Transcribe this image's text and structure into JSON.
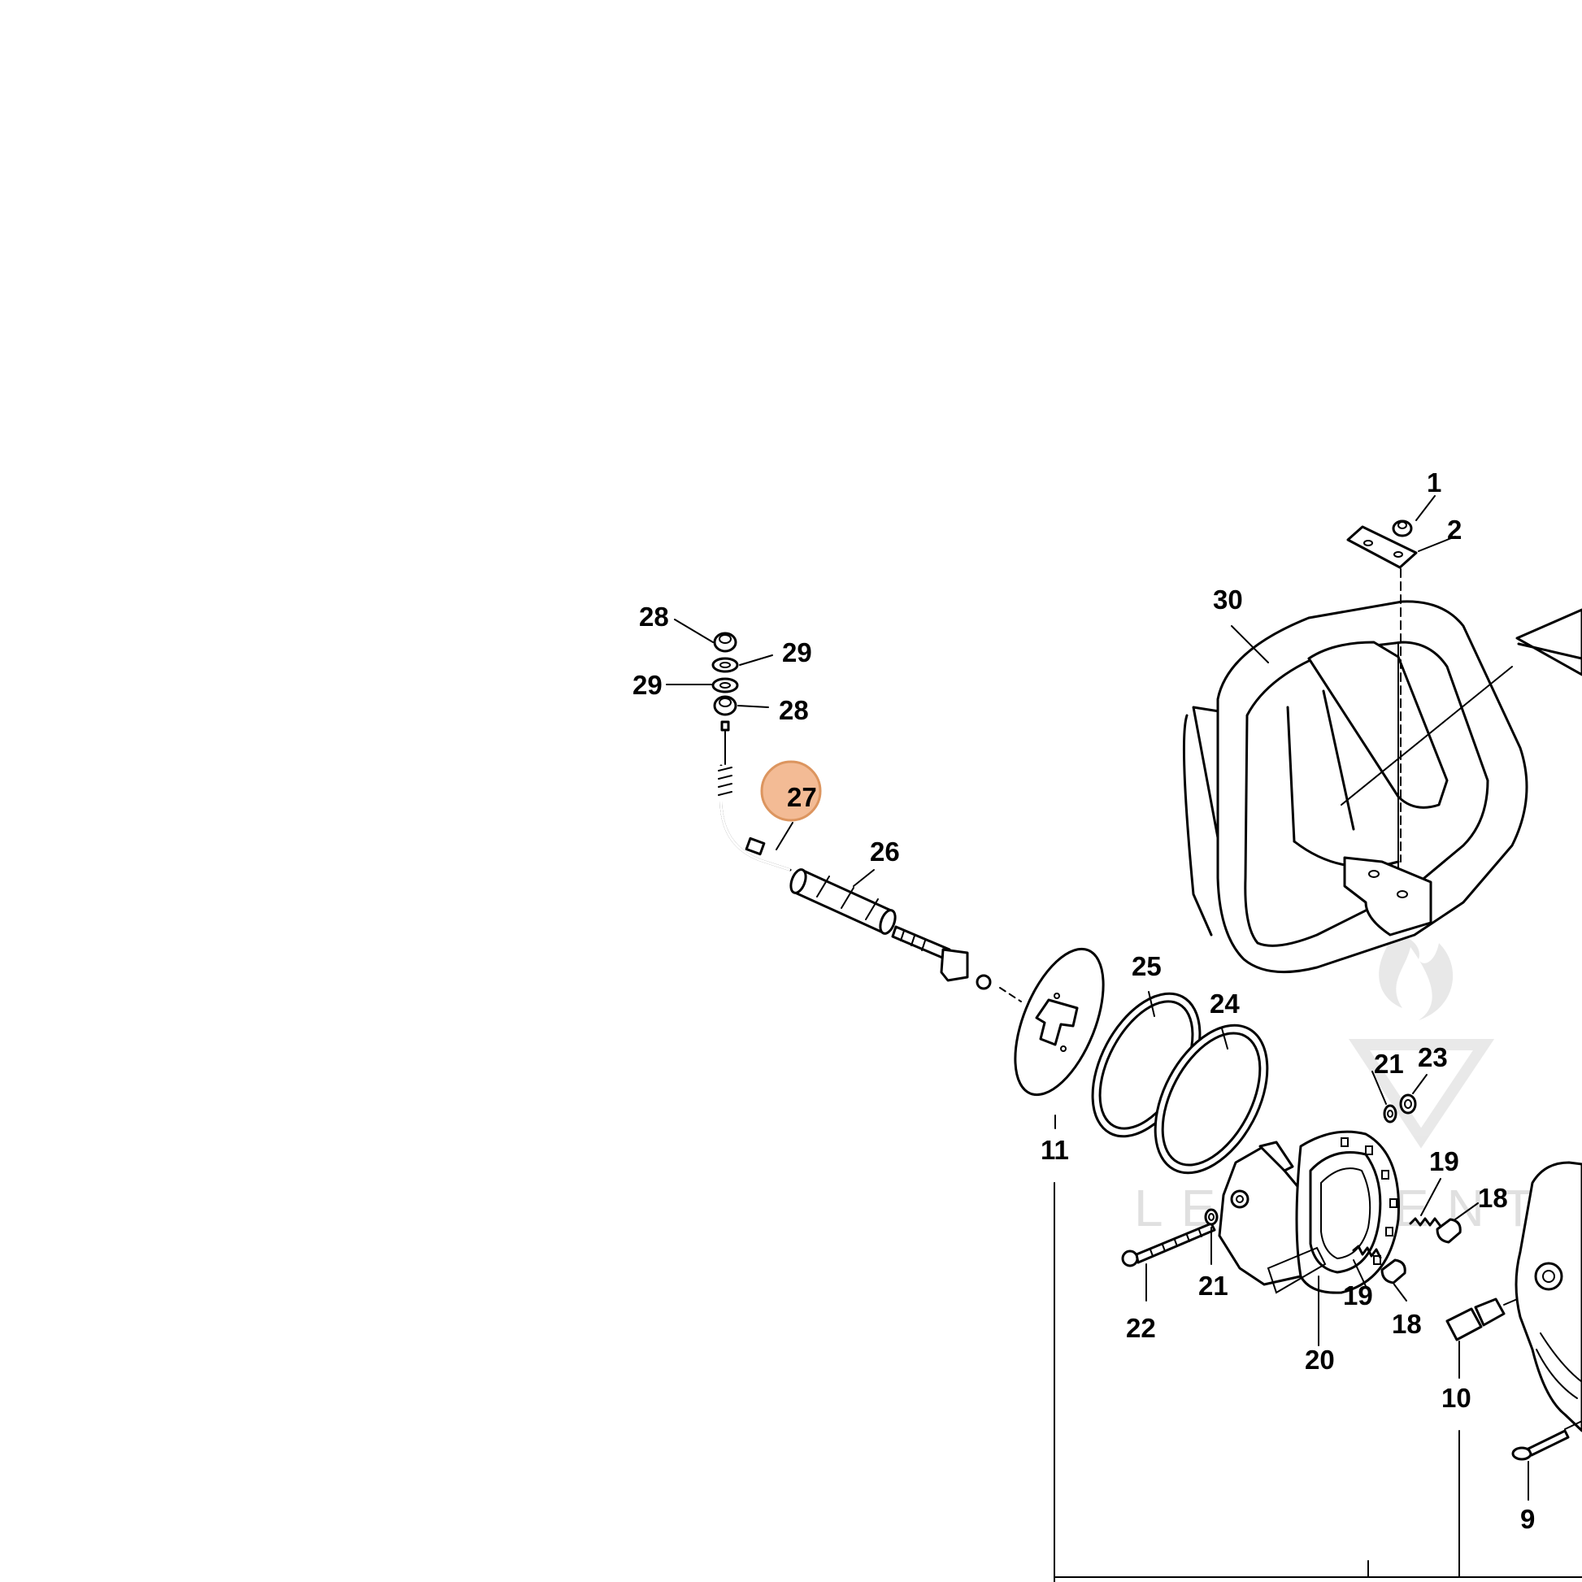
{
  "callouts": [
    {
      "id": "c1",
      "text": "1"
    },
    {
      "id": "c2",
      "text": "2"
    },
    {
      "id": "c30",
      "text": "30"
    },
    {
      "id": "c28a",
      "text": "28"
    },
    {
      "id": "c29a",
      "text": "29"
    },
    {
      "id": "c29b",
      "text": "29"
    },
    {
      "id": "c28b",
      "text": "28"
    },
    {
      "id": "c27",
      "text": "27"
    },
    {
      "id": "c26",
      "text": "26"
    },
    {
      "id": "c25",
      "text": "25"
    },
    {
      "id": "c24",
      "text": "24"
    },
    {
      "id": "c11",
      "text": "11"
    },
    {
      "id": "c21a",
      "text": "21"
    },
    {
      "id": "c23",
      "text": "23"
    },
    {
      "id": "c19a",
      "text": "19"
    },
    {
      "id": "c18a",
      "text": "18"
    },
    {
      "id": "c21b",
      "text": "21"
    },
    {
      "id": "c19b",
      "text": "19"
    },
    {
      "id": "c18b",
      "text": "18"
    },
    {
      "id": "c22",
      "text": "22"
    },
    {
      "id": "c20",
      "text": "20"
    },
    {
      "id": "c10",
      "text": "10"
    },
    {
      "id": "c9",
      "text": "9"
    }
  ],
  "highlight": {
    "part": "27",
    "color": "#f2b48a",
    "stroke": "#d98a4e"
  },
  "watermark": {
    "text": "LEADVENTU"
  }
}
